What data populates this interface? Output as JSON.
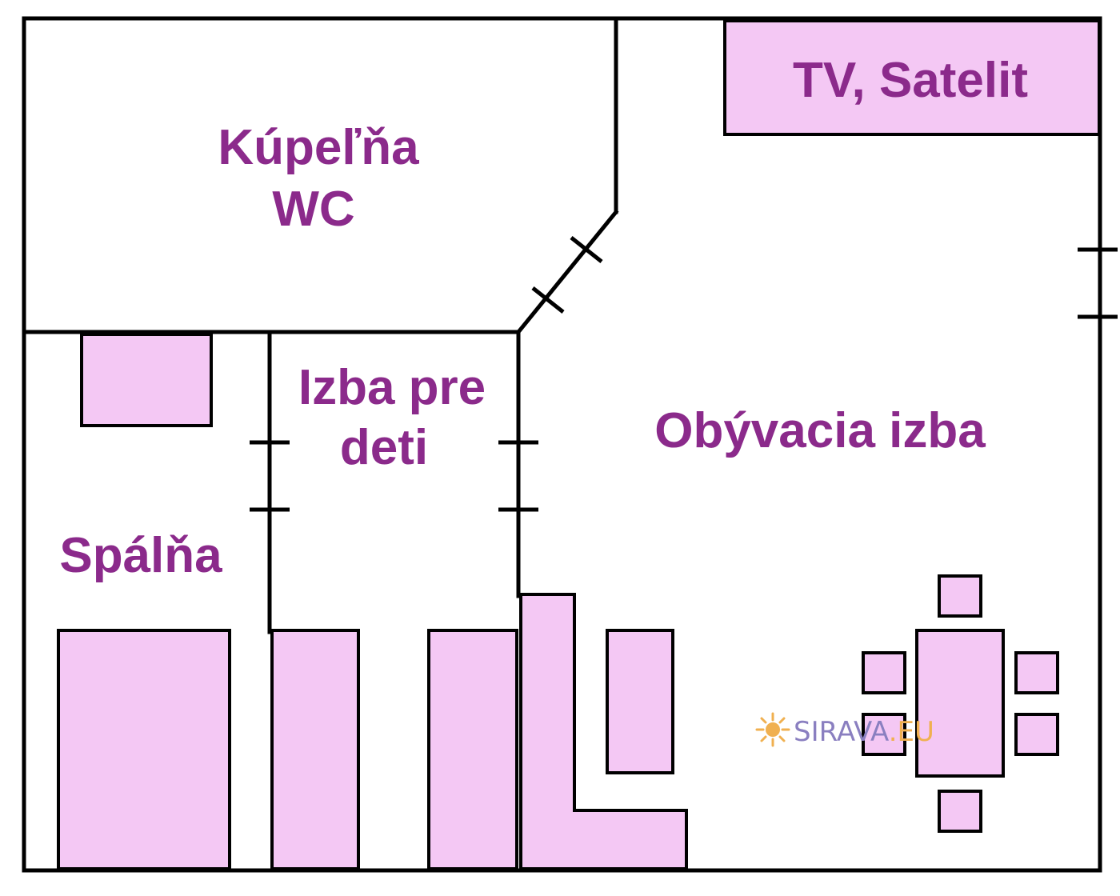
{
  "rooms": {
    "bathroom": {
      "line1": "Kúpeľňa",
      "line2": "WC"
    },
    "kids_room": {
      "line1": "Izba pre",
      "line2": "deti"
    },
    "living_room": {
      "label": "Obývacia izba"
    },
    "bedroom": {
      "label": "Spálňa"
    }
  },
  "furniture": {
    "tv": {
      "label": "TV, Satelit"
    }
  },
  "watermark": {
    "main": "SIRAVA",
    "suffix": ".EU"
  },
  "colors": {
    "furniture_fill": "#f4c8f4",
    "label_text": "#8b2a8b",
    "walls": "#000000",
    "watermark_main": "#8a7fc0",
    "watermark_suffix": "#f0b050"
  }
}
